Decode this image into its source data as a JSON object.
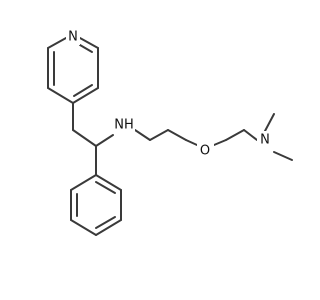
{
  "molecule": {
    "atoms": {
      "pyridine_n": "N",
      "amine_nh": "NH",
      "ether_o": "O",
      "dimethyl_n": "N"
    },
    "colors": {
      "bond": "#3a3a3a",
      "label": "#111111",
      "background": "#ffffff"
    }
  }
}
